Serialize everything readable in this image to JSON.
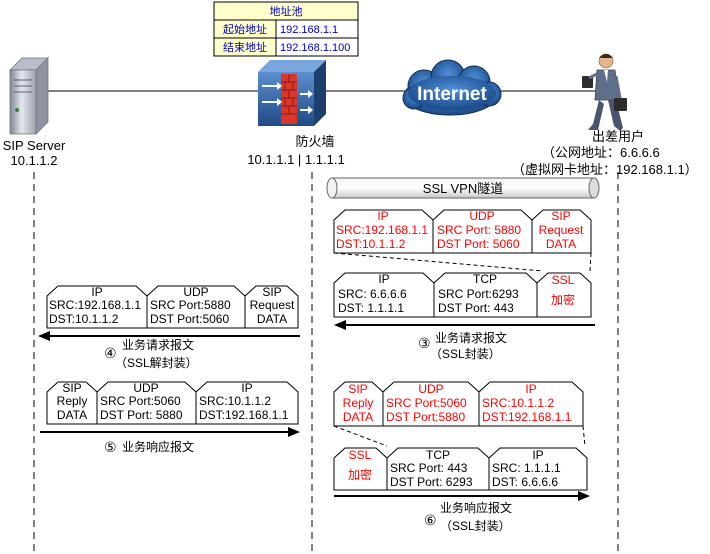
{
  "address_pool": {
    "title": "地址池",
    "start_label": "起始地址",
    "start_value": "192.168.1.1",
    "end_label": "结束地址",
    "end_value": "192.168.1.100"
  },
  "nodes": {
    "sip_server": {
      "name": "SIP Server",
      "ip": "10.1.1.2"
    },
    "firewall": {
      "name": "防火墙",
      "ip": "10.1.1.1 | 1.1.1.1"
    },
    "internet": {
      "label": "Internet"
    },
    "user": {
      "name": "出差用户",
      "public": "（公网地址：6.6.6.6",
      "virtual": "（虚拟网卡地址：192.168.1.1）"
    }
  },
  "tunnel": {
    "label": "SSL VPN隧道"
  },
  "packets": {
    "p3_inner": {
      "ip_h": "IP",
      "ip_1": "SRC:192.168.1.1",
      "ip_2": "DST:10.1.1.2",
      "udp_h": "UDP",
      "udp_1": "SRC Port: 5880",
      "udp_2": "DST Port: 5060",
      "sip_h": "SIP",
      "sip_1": "Request",
      "sip_2": "DATA"
    },
    "p3_outer": {
      "ip_h": "IP",
      "ip_1": "SRC:   6.6.6.6",
      "ip_2": "DST:    1.1.1.1",
      "tcp_h": "TCP",
      "tcp_1": "SRC Port:6293",
      "tcp_2": "DST Port: 443",
      "ssl_h": "SSL",
      "ssl_1": "加密"
    },
    "p4": {
      "ip_h": "IP",
      "ip_1": "SRC:192.168.1.1",
      "ip_2": "DST:10.1.1.2",
      "udp_h": "UDP",
      "udp_1": "SRC Port:5880",
      "udp_2": "DST Port:5060",
      "sip_h": "SIP",
      "sip_1": "Request",
      "sip_2": "DATA"
    },
    "p5": {
      "sip_h": "SIP",
      "sip_1": "Reply",
      "sip_2": "DATA",
      "udp_h": "UDP",
      "udp_1": "SRC Port:5060",
      "udp_2": "DST Port: 5880",
      "ip_h": "IP",
      "ip_1": "SRC:10.1.1.2",
      "ip_2": "DST:192.168.1.1"
    },
    "p6_inner": {
      "sip_h": "SIP",
      "sip_1": "Reply",
      "sip_2": "DATA",
      "udp_h": "UDP",
      "udp_1": "SRC Port:5060",
      "udp_2": "DST Port:5880",
      "ip_h": "IP",
      "ip_1": "SRC:10.1.1.2",
      "ip_2": "DST:192.168.1.1"
    },
    "p6_outer": {
      "ssl_h": "SSL",
      "ssl_1": "加密",
      "tcp_h": "TCP",
      "tcp_1": "SRC Port:  443",
      "tcp_2": "DST Port:  6293",
      "ip_h": "IP",
      "ip_1": "SRC:  1.1.1.1",
      "ip_2": "DST:   6.6.6.6"
    }
  },
  "steps": {
    "s3": {
      "num": "③",
      "title": "业务请求报文",
      "sub": "（SSL封装）"
    },
    "s4": {
      "num": "④",
      "title": "业务请求报文",
      "sub": "（SSL解封装）"
    },
    "s5": {
      "num": "⑤",
      "title": "业务响应报文"
    },
    "s6": {
      "num": "⑥",
      "title": "业务响应报文",
      "sub": "（SSL封装）"
    }
  },
  "colors": {
    "red": "#ff0000",
    "blue": "#0000cc",
    "pool_fill": "#ffffcc",
    "cloud": "#1c5aa6",
    "firewall": "#3d6ea8",
    "server": "#c8cdd6"
  }
}
